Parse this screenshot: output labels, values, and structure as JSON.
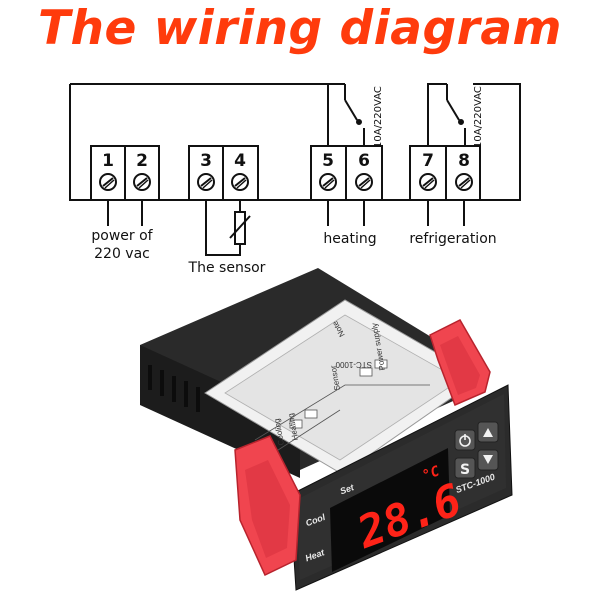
{
  "title": "The wiring diagram",
  "terminals": [
    "1",
    "2",
    "3",
    "4",
    "5",
    "6",
    "7",
    "8"
  ],
  "labels": {
    "power_line1": "power of",
    "power_line2": "220 vac",
    "sensor": "The sensor",
    "heating": "heating",
    "refrigeration": "refrigeration",
    "relay_rating_heat": "10A/220VAC",
    "relay_rating_cool": "10A/220VAC"
  },
  "device": {
    "model": "STC-1000",
    "label_model": "STC-1000",
    "display_value": "28.6",
    "unit": "°C",
    "set_label": "Set",
    "cool_label": "Cool",
    "heat_label": "Heat",
    "buttons": [
      "power",
      "up",
      "S",
      "down"
    ],
    "sticker_labels": [
      "Heating",
      "Cooling",
      "Sensor",
      "Power supply",
      "Note"
    ]
  },
  "colors": {
    "title": "#ff3b0c",
    "display": "#ff2318",
    "clips": "#f0454f",
    "body": "#2b2b2b"
  }
}
